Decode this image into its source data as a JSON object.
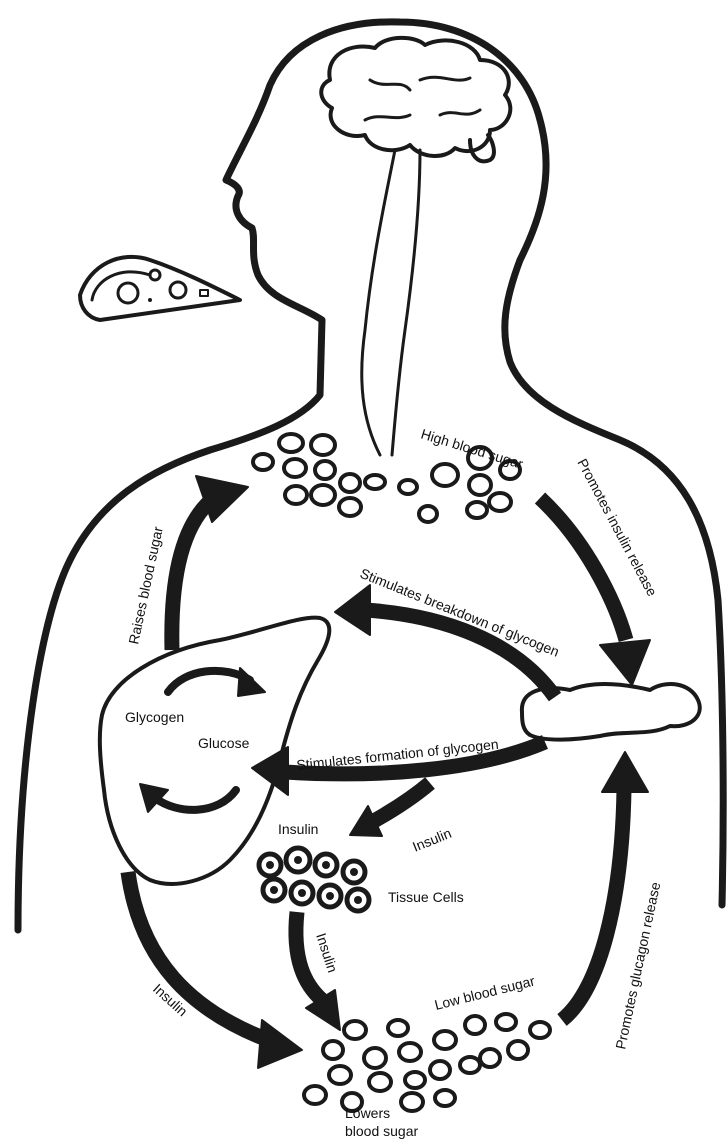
{
  "labels": {
    "high_blood_sugar": "High blood sugar",
    "promotes_insulin_release": "Promotes insulin release",
    "raises_blood_sugar": "Raises blood sugar",
    "stimulates_breakdown": "Stimulates breakdown of glycogen",
    "stimulates_formation": "Stimulates formation of glycogen",
    "glycogen": "Glycogen",
    "glucose": "Glucose",
    "insulin_left": "Insulin",
    "insulin_right": "Insulin",
    "insulin_middle": "Insulin",
    "insulin_bottom_left": "Insulin",
    "tissue_cells": "Tissue Cells",
    "low_blood_sugar": "Low blood sugar",
    "promotes_glucagon_release": "Promotes glucagon release",
    "lowers_line1": "Lowers",
    "lowers_line2": "blood sugar"
  },
  "colors": {
    "ink": "#1a1a1a",
    "background": "#ffffff"
  },
  "icons": [
    "brain-icon",
    "spinal-cord-icon",
    "pizza-slice-icon",
    "liver-icon",
    "pancreas-icon"
  ]
}
